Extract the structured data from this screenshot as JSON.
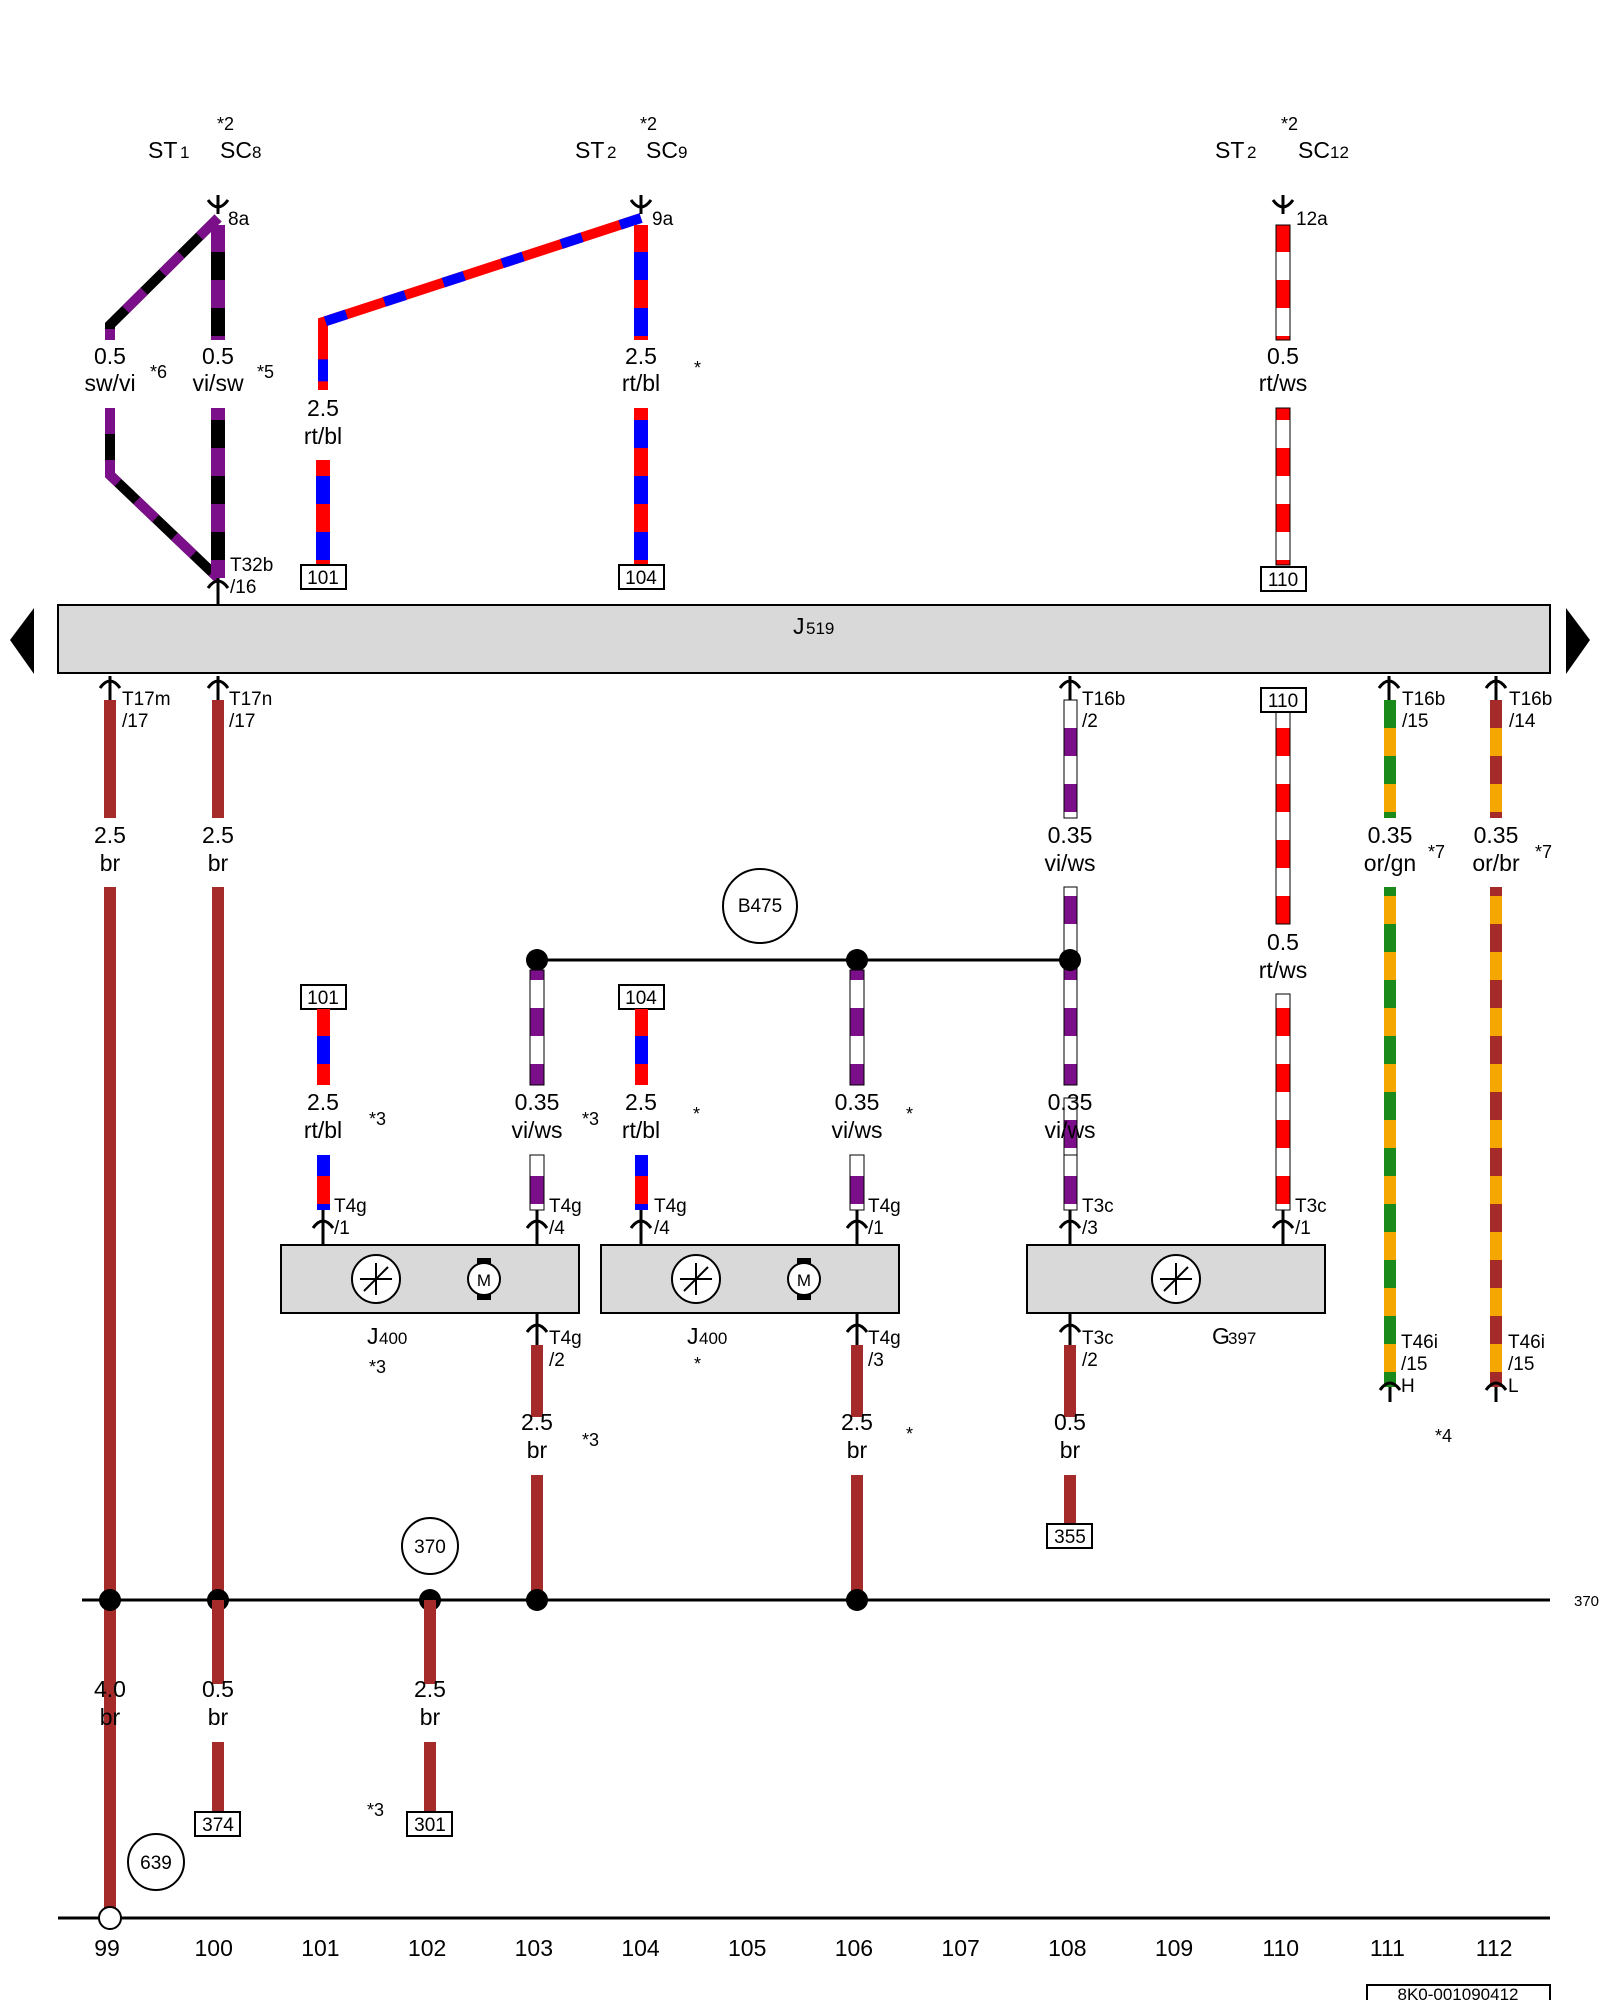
{
  "colors": {
    "br": "#a52a2a",
    "rt": "#ff0000",
    "bl": "#0000ff",
    "ws": "#ffffff",
    "vi": "#7b0f8a",
    "sw": "#000000",
    "or": "#f5a700",
    "gn": "#1a8a1a",
    "module_fill": "#d9d9d9"
  },
  "header": {
    "st1": "ST",
    "st1_sub": "1",
    "sc8": "SC",
    "sc8_sub": "8",
    "note_a": "*2",
    "st2a": "ST",
    "st2a_sub": "2",
    "sc9": "SC",
    "sc9_sub": "9",
    "note_b": "*2",
    "st2b": "ST",
    "st2b_sub": "2",
    "sc12": "SC",
    "sc12_sub": "12",
    "note_c": "*2"
  },
  "fuse_pins": {
    "p8a": "8a",
    "p9a": "9a",
    "p12a": "12a"
  },
  "wires": {
    "w_swvi": {
      "size": "0.5",
      "color": "sw/vi",
      "note": "*6"
    },
    "w_visw": {
      "size": "0.5",
      "color": "vi/sw",
      "note": "*5"
    },
    "w_rtbl_left": {
      "size": "2.5",
      "color": "rt/bl"
    },
    "w_rtbl_right": {
      "size": "2.5",
      "color": "rt/bl",
      "note": "*"
    },
    "w_rtws_top": {
      "size": "0.5",
      "color": "rt/ws"
    },
    "w_br_99": {
      "size": "2.5",
      "color": "br"
    },
    "w_br_100": {
      "size": "2.5",
      "color": "br"
    },
    "w_viws_108_top": {
      "size": "0.35",
      "color": "vi/ws"
    },
    "w_orgn": {
      "size": "0.35",
      "color": "or/gn",
      "note": "*7"
    },
    "w_orbr": {
      "size": "0.35",
      "color": "or/br",
      "note": "*7"
    },
    "w_rtws_110": {
      "size": "0.5",
      "color": "rt/ws"
    },
    "w_rtbl_101": {
      "size": "2.5",
      "color": "rt/bl",
      "note": "*3"
    },
    "w_viws_103": {
      "size": "0.35",
      "color": "vi/ws",
      "note": "*3"
    },
    "w_rtbl_104": {
      "size": "2.5",
      "color": "rt/bl",
      "note": "*"
    },
    "w_viws_106": {
      "size": "0.35",
      "color": "vi/ws",
      "note": "*"
    },
    "w_viws_108": {
      "size": "0.35",
      "color": "vi/ws"
    },
    "w_br_103": {
      "size": "2.5",
      "color": "br",
      "note": "*3"
    },
    "w_br_106": {
      "size": "2.5",
      "color": "br",
      "note": "*"
    },
    "w_br_108": {
      "size": "0.5",
      "color": "br"
    },
    "w_br_99_low": {
      "size": "4.0",
      "color": "br"
    },
    "w_br_100_low": {
      "size": "0.5",
      "color": "br"
    },
    "w_br_102_low": {
      "size": "2.5",
      "color": "br"
    }
  },
  "refs": {
    "r101_top": "101",
    "r104_top": "104",
    "r110_top": "110",
    "r110_mid": "110",
    "r101_mid": "101",
    "r104_mid": "104",
    "r355": "355",
    "r374": "374",
    "r301": "301"
  },
  "connectors": {
    "t32b": "T32b",
    "t32b_pin": "/16",
    "t17m": "T17m",
    "t17m_pin": "/17",
    "t17n": "T17n",
    "t17n_pin": "/17",
    "t16b_2": "T16b",
    "t16b_2_pin": "/2",
    "t16b_15": "T16b",
    "t16b_15_pin": "/15",
    "t16b_14": "T16b",
    "t16b_14_pin": "/14",
    "t4g_1a": "T4g",
    "t4g_1a_pin": "/1",
    "t4g_4a": "T4g",
    "t4g_4a_pin": "/4",
    "t4g_4b": "T4g",
    "t4g_4b_pin": "/4",
    "t4g_1b": "T4g",
    "t4g_1b_pin": "/1",
    "t3c_3": "T3c",
    "t3c_3_pin": "/3",
    "t3c_1": "T3c",
    "t3c_1_pin": "/1",
    "t4g_2": "T4g",
    "t4g_2_pin": "/2",
    "t4g_3": "T4g",
    "t4g_3_pin": "/3",
    "t3c_2": "T3c",
    "t3c_2_pin": "/2",
    "t46i_h": "T46i",
    "t46i_h_pin": "/15",
    "t46i_h_end": "H",
    "t46i_l": "T46i",
    "t46i_l_pin": "/15",
    "t46i_l_end": "L"
  },
  "components": {
    "j519": "J",
    "j519_sub": "519",
    "j400a": "J",
    "j400a_sub": "400",
    "j400a_note": "*3",
    "j400b": "J",
    "j400b_sub": "400",
    "j400b_note": "*",
    "g397": "G",
    "g397_sub": "397",
    "motor_glyph": "M"
  },
  "circles": {
    "b475": "B475",
    "c370": "370",
    "c639": "639"
  },
  "bus_label": "370",
  "notes": {
    "n4": "*4",
    "n3_bottom": "*3"
  },
  "columns": [
    "99",
    "100",
    "101",
    "102",
    "103",
    "104",
    "105",
    "106",
    "107",
    "108",
    "109",
    "110",
    "111",
    "112"
  ],
  "footer_code": "8K0-001090412"
}
